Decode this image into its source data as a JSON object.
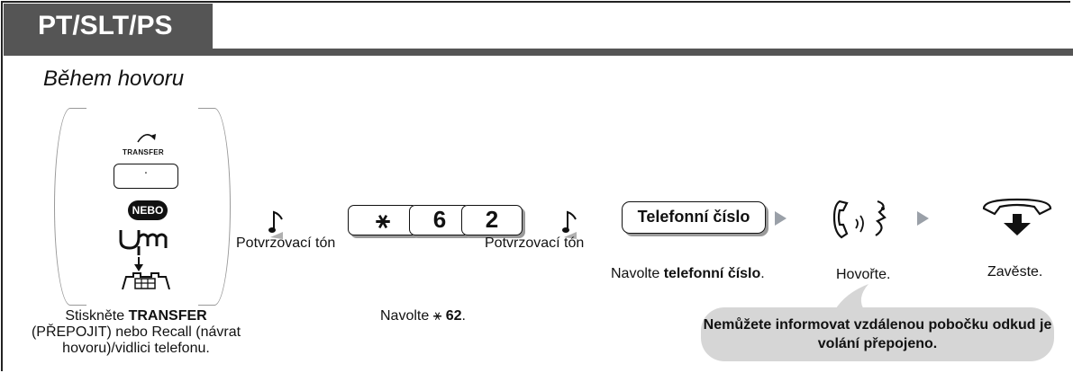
{
  "tab": {
    "label": "PT/SLT/PS"
  },
  "heading": "Během hovoru",
  "transfer_button": {
    "label": "TRANSFER",
    "dot": "·"
  },
  "nebo": "NEBO",
  "keys": [
    "⚹",
    "6",
    "2"
  ],
  "tone_label": "Potvrzovací tón",
  "phone_number_button": "Telefonní číslo",
  "captions": {
    "step1": {
      "pre": "Stiskněte ",
      "bold": "TRANSFER",
      "post": "(PŘEPOJIT) nebo Recall (návrat hovoru)/vidlici telefonu."
    },
    "step2": {
      "pre": "Navolte ⚹ ",
      "bold": "62",
      "post": "."
    },
    "step3": {
      "pre": "Navolte ",
      "bold": "telefonní číslo",
      "post": "."
    },
    "talk": "Hovořte.",
    "hangup": "Zavěste."
  },
  "note": "Nemůžete informovat vzdálenou pobočku odkud je volání přepojeno.",
  "colors": {
    "tab_bg": "#555555",
    "arrow": "#9aa0a8",
    "callout_bg": "#d6d6d6",
    "key_shadow": "#9a9a9a"
  }
}
